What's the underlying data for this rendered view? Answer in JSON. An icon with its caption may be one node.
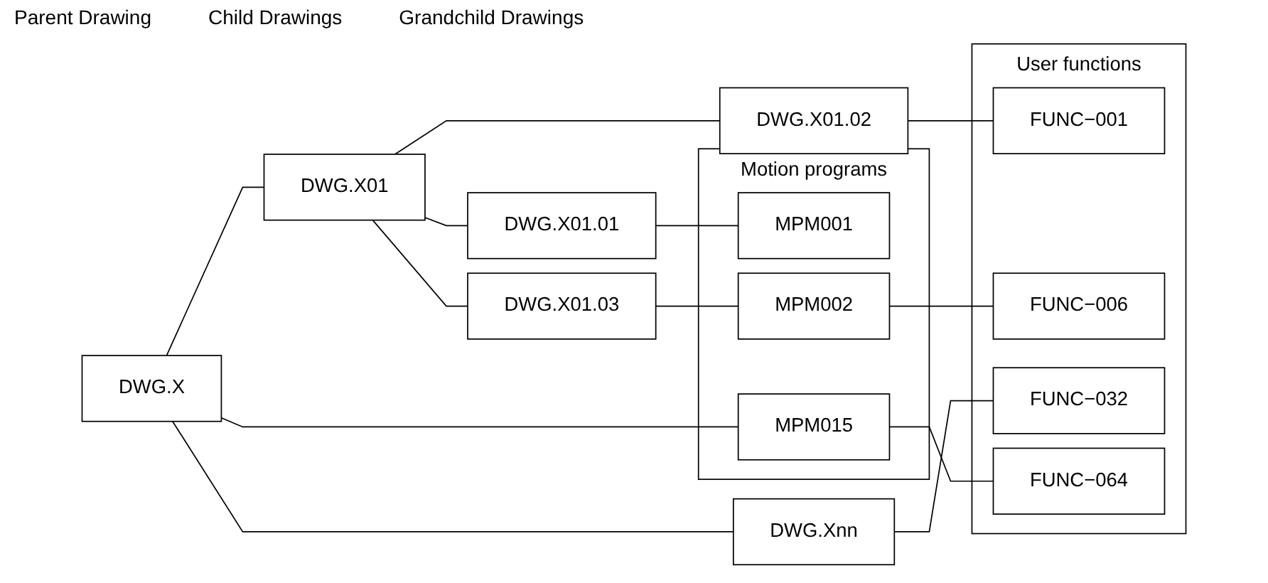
{
  "diagram": {
    "nodes": [
      {
        "text": [
          "DWG.X"
        ]
      },
      {
        "text": [
          "DWG.X01"
        ]
      },
      {
        "text": [
          "DWG.Xnn"
        ]
      },
      {
        "text": [
          "DWG.X01.01"
        ]
      },
      {
        "text": [
          "DWG.X01.02"
        ]
      },
      {
        "text": [
          "DWG.X01.03"
        ]
      },
      {
        "text": [
          "Motion programs"
        ]
      },
      {
        "text": [
          "MPM001"
        ],
        "in": 6
      },
      {
        "text": [
          "MPM002"
        ],
        "in": 6
      },
      {
        "text": [
          "MPM015"
        ],
        "in": 6
      },
      {
        "text": [
          "User functions"
        ]
      },
      {
        "text": [
          "FUNC−001"
        ],
        "in": 10
      },
      {
        "text": [
          "FUNC−006"
        ],
        "in": 10
      },
      {
        "text": [
          "FUNC−032"
        ],
        "in": 10
      },
      {
        "text": [
          "FUNC−064"
        ],
        "in": 10
      }
    ],
    "edges": [
      {
        "from": 0,
        "to": 1,
        "arrow": "none"
      },
      {
        "from": 0,
        "to": 2,
        "arrow": "none"
      },
      {
        "from": 0,
        "to": 9,
        "arrow": "none"
      },
      {
        "from": 1,
        "to": 3,
        "arrow": "none"
      },
      {
        "from": 1,
        "to": 4,
        "arrow": "none"
      },
      {
        "from": 1,
        "to": 5,
        "arrow": "none"
      },
      {
        "from": 3,
        "to": 7,
        "arrow": "none"
      },
      {
        "from": 4,
        "to": 11,
        "arrow": "none"
      },
      {
        "from": 5,
        "to": 8,
        "arrow": "none"
      },
      {
        "from": 8,
        "to": 12,
        "arrow": "none"
      },
      {
        "from": 2,
        "to": 13,
        "arrow": "none"
      },
      {
        "from": 9,
        "to": 14,
        "arrow": "none"
      }
    ],
    "labels": [
      "Parent Drawing",
      "Child Drawings",
      "Grandchild Drawings"
    ]
  }
}
